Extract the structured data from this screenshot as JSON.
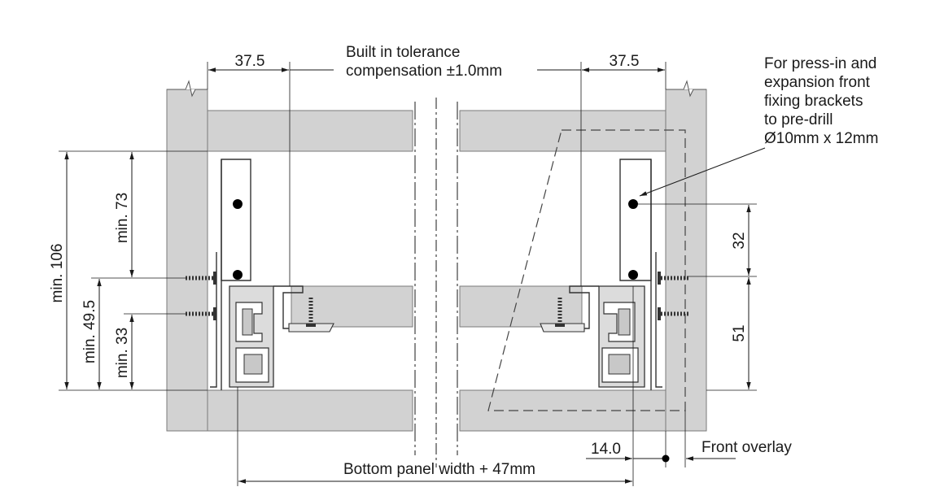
{
  "labels": {
    "dim_left_top": "37.5",
    "dim_right_top": "37.5",
    "tolerance_line1": "Built in tolerance",
    "tolerance_line2": "compensation ±1.0mm",
    "note_line1": "For press-in and",
    "note_line2": "expansion front",
    "note_line3": "fixing brackets",
    "note_line4": "to pre-drill",
    "note_line5": "Ø10mm  x  12mm",
    "min_106": "min. 106",
    "min_73": "min. 73",
    "min_49_5": "min. 49.5",
    "min_33": "min. 33",
    "dim_32": "32",
    "dim_51": "51",
    "dim_14": "14.0",
    "front_overlay": "Front overlay",
    "bottom_panel": "Bottom panel width + 47mm"
  },
  "colors": {
    "panel_fill": "#d2d2d2",
    "line": "#1a1a1a",
    "background": "#ffffff"
  }
}
